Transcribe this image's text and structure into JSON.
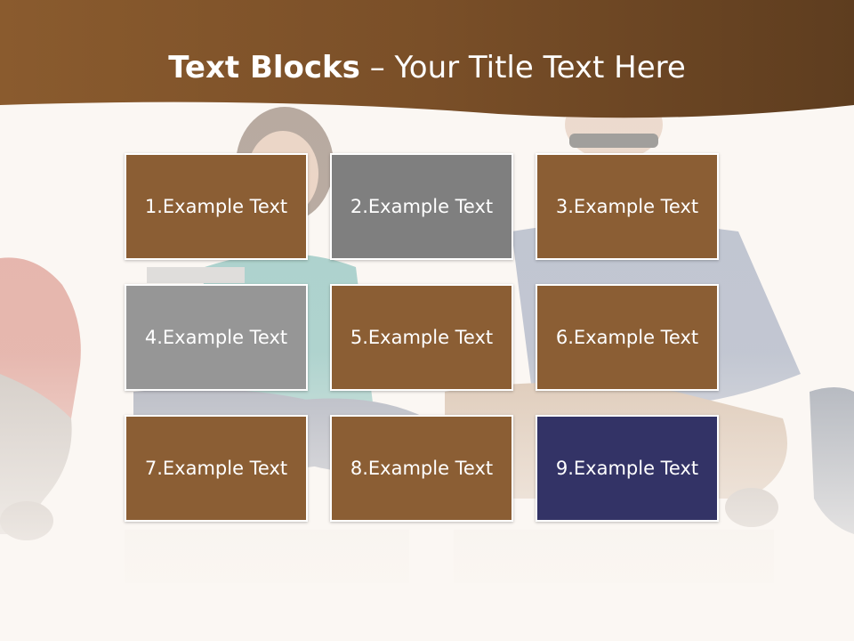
{
  "title": {
    "bold": "Text Blocks",
    "separator": " – ",
    "rest": "Your Title Text Here"
  },
  "colors": {
    "header_dark": "#5e3d1f",
    "header_mid": "#8a5b2e",
    "brown_block": "#8b5e34",
    "gray_dark_block": "#7f7f7f",
    "gray_light_block": "#969696",
    "navy_block": "#333366",
    "background": "#fbf7f3",
    "text": "#ffffff"
  },
  "blocks": [
    {
      "label": "1.Example Text",
      "color": "#8b5e34"
    },
    {
      "label": "2.Example Text",
      "color": "#7f7f7f"
    },
    {
      "label": "3.Example Text",
      "color": "#8b5e34"
    },
    {
      "label": "4.Example Text",
      "color": "#969696"
    },
    {
      "label": "5.Example Text",
      "color": "#8b5e34"
    },
    {
      "label": "6.Example Text",
      "color": "#8b5e34"
    },
    {
      "label": "7.Example Text",
      "color": "#8b5e34"
    },
    {
      "label": "8.Example Text",
      "color": "#8b5e34"
    },
    {
      "label": "9.Example Text",
      "color": "#333366"
    }
  ]
}
